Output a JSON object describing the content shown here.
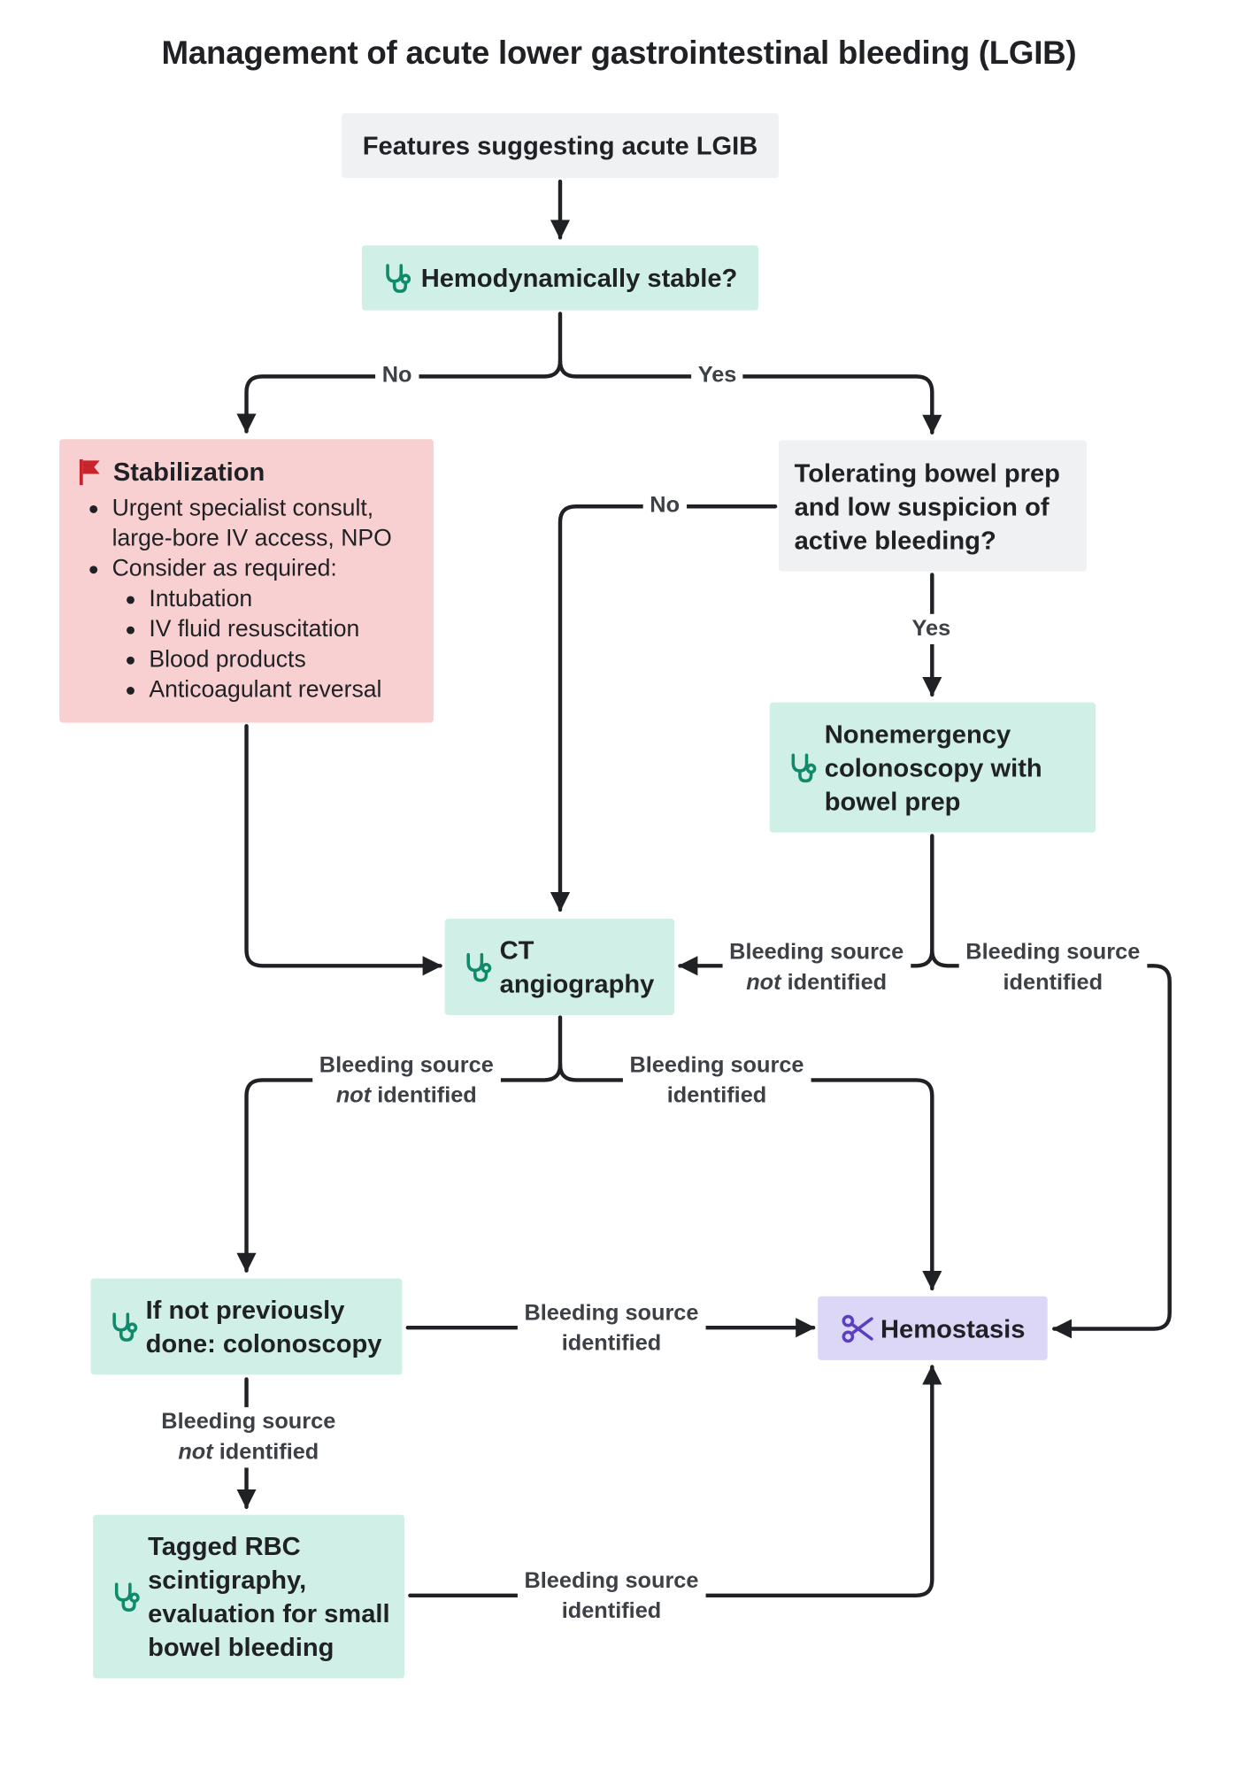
{
  "title": "Management of acute lower gastrointestinal bleeding (LGIB)",
  "nodes": {
    "features": "Features suggesting acute LGIB",
    "hemodynamic": "Hemodynamically stable?",
    "stabilization": {
      "heading": "Stabilization",
      "bullets": [
        "Urgent specialist consult, large-bore IV access, NPO",
        "Consider as required:"
      ],
      "sub_bullets": [
        "Intubation",
        "IV fluid resuscitation",
        "Blood products",
        "Anticoagulant reversal"
      ]
    },
    "tolerating": "Tolerating bowel prep and low suspicion of active bleeding?",
    "colonoscopy_prep": "Nonemergency colonoscopy with bowel prep",
    "ct": "CT angiography",
    "colonoscopy_if": "If not previously done: colonoscopy",
    "hemostasis": "Hemostasis",
    "tagged_rbc": "Tagged RBC scintigraphy, evaluation for small bowel bleeding"
  },
  "edges": {
    "no": "No",
    "yes": "Yes",
    "bleeding_source": "Bleeding source",
    "not": "not",
    "identified": "identified"
  },
  "colors": {
    "gray_box": "#eff1f3",
    "green_box": "#d0f0e7",
    "red_box": "#f9d0d1",
    "purple_box": "#dcd6f7",
    "stethoscope_icon": "#0f8a6a",
    "flag_icon": "#c8242b",
    "scissors_icon": "#5a3fc0",
    "line": "#1f2124"
  },
  "icons": [
    "stethoscope-icon",
    "flag-icon",
    "scissors-icon"
  ]
}
